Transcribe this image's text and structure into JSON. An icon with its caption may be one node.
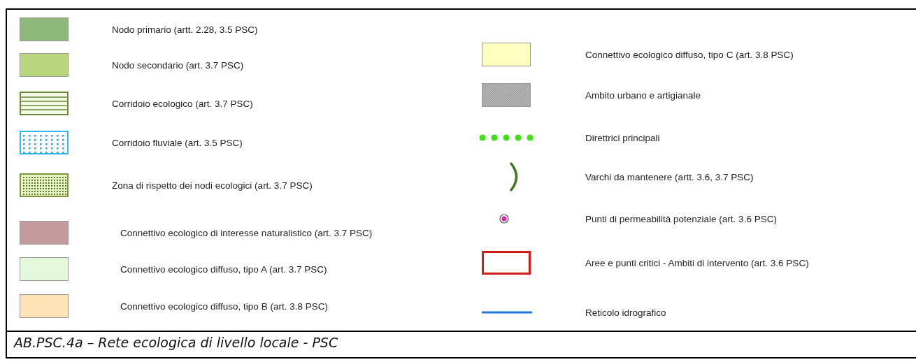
{
  "diagram": {
    "caption": "AB.PSC.4a – Rete ecologica di livello locale - PSC",
    "legend": [
      {
        "text": "Nodo primario (artt. 2.28, 3.5 PSC)",
        "color": "#8db87a"
      },
      {
        "text": "Nodo secondario (art. 3.7 PSC)",
        "color": "#b9d77a"
      },
      {
        "text": "Corridoio ecologico (art. 3.7 PSC)"
      },
      {
        "text": "Corridoio fluviale (art. 3.5 PSC)"
      },
      {
        "text": "Zona di rispetto dei nodi ecologici (art. 3.7 PSC)"
      },
      {
        "text": "Connettivo ecologico di interesse naturalistico (art. 3.7 PSC)",
        "color": "#c49a9c"
      },
      {
        "text": "Connettivo ecologico diffuso, tipo A (art. 3.7 PSC)",
        "color": "#e4f8dc"
      },
      {
        "text": "Connettivo ecologico diffuso, tipo B (art. 3.8 PSC)",
        "color": "#fde3b6"
      },
      {
        "text": "Connettivo ecologico diffuso, tipo C (art. 3.8 PSC)",
        "color": "#ffffc0"
      },
      {
        "text": "Ambito urbano e artigianale"
      },
      {
        "text": "Direttrici principali"
      },
      {
        "text": "Varchi da mantenere (artt. 3.6, 3.7 PSC)"
      },
      {
        "text": "Punti di permeabilità potenziale (art. 3.6 PSC)"
      },
      {
        "text": "Aree e punti critici - Ambiti di intervento (art. 3.6 PSC)"
      },
      {
        "text": "Reticolo idrografico"
      }
    ]
  }
}
